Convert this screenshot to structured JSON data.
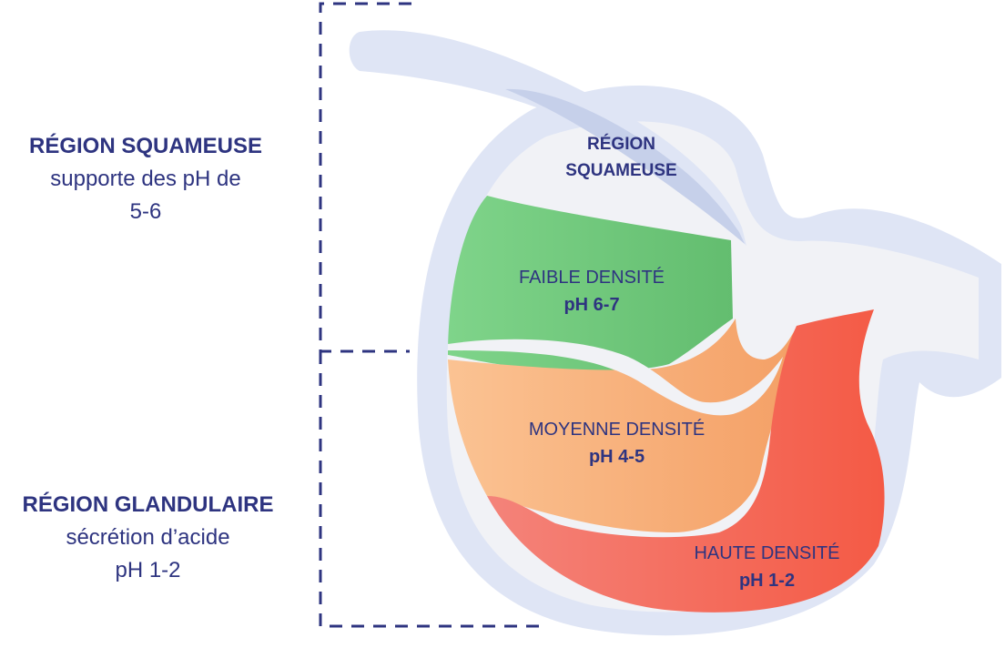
{
  "left_labels": {
    "squamous": {
      "title": "RÉGION SQUAMEUSE",
      "line1": "supporte des pH de",
      "line2": "5-6"
    },
    "glandular": {
      "title": "RÉGION GLANDULAIRE",
      "line1": "sécrétion d’acide",
      "line2": "pH 1-2"
    }
  },
  "stomach": {
    "squamous_region": {
      "line1": "RÉGION",
      "line2": "SQUAMEUSE"
    },
    "zones": [
      {
        "name": "FAIBLE DENSITÉ",
        "ph": "pH 6-7"
      },
      {
        "name": "MOYENNE DENSITÉ",
        "ph": "pH 4-5"
      },
      {
        "name": "HAUTE DENSITÉ",
        "ph": "pH 1-2"
      }
    ]
  },
  "colors": {
    "text": "#2e3480",
    "bracket": "#2e3480",
    "wall": "#dfe5f5",
    "wall_overlap": "#c6d0ea",
    "low_density": "#6fc97c",
    "medium_density": "#f5a46b",
    "high_density": "#f2574a"
  }
}
